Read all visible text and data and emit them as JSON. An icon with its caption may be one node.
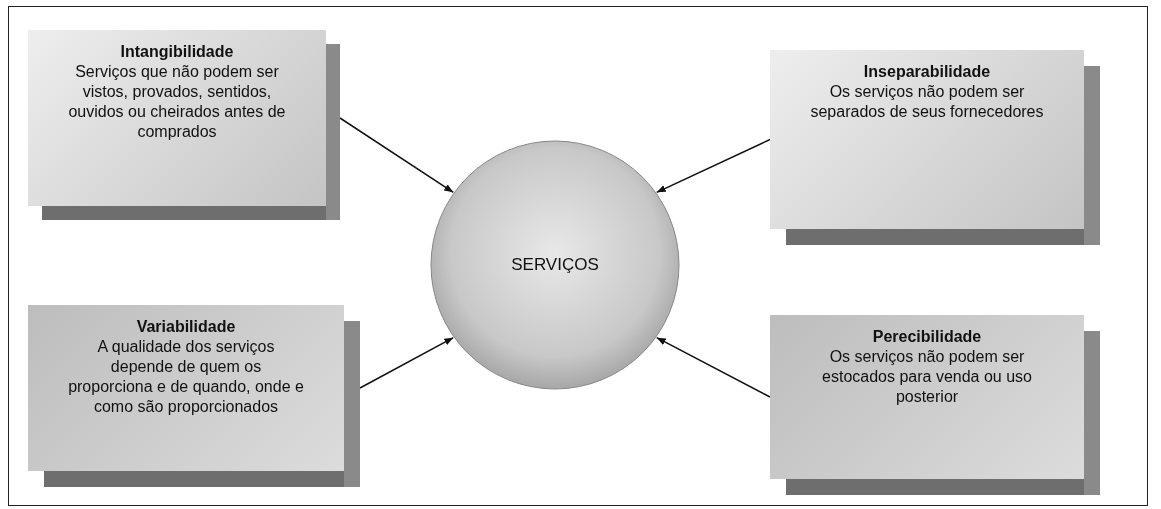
{
  "diagram": {
    "nodes": [
      {
        "text": [
          "Intangibilidade",
          "Serviços que não podem ser vistos, provados, sentidos, ouvidos ou cheirados antes de comprados"
        ]
      },
      {
        "text": [
          "Inseparabilidade",
          "Os serviços não podem ser separados de seus fornecedores"
        ]
      },
      {
        "text": [
          "SERVIÇOS"
        ]
      },
      {
        "text": [
          "Variabilidade",
          "A qualidade dos serviços depende de quem os proporciona e de quando, onde e como são proporcionados"
        ]
      },
      {
        "text": [
          "Perecibilidade",
          "Os serviços não podem ser estocados para venda ou uso posterior"
        ]
      }
    ],
    "edges": [
      {
        "from": 0,
        "to": 2,
        "arrow": "to"
      },
      {
        "from": 1,
        "to": 2,
        "arrow": "to"
      },
      {
        "from": 3,
        "to": 2,
        "arrow": "to"
      },
      {
        "from": 4,
        "to": 2,
        "arrow": "to"
      }
    ]
  }
}
